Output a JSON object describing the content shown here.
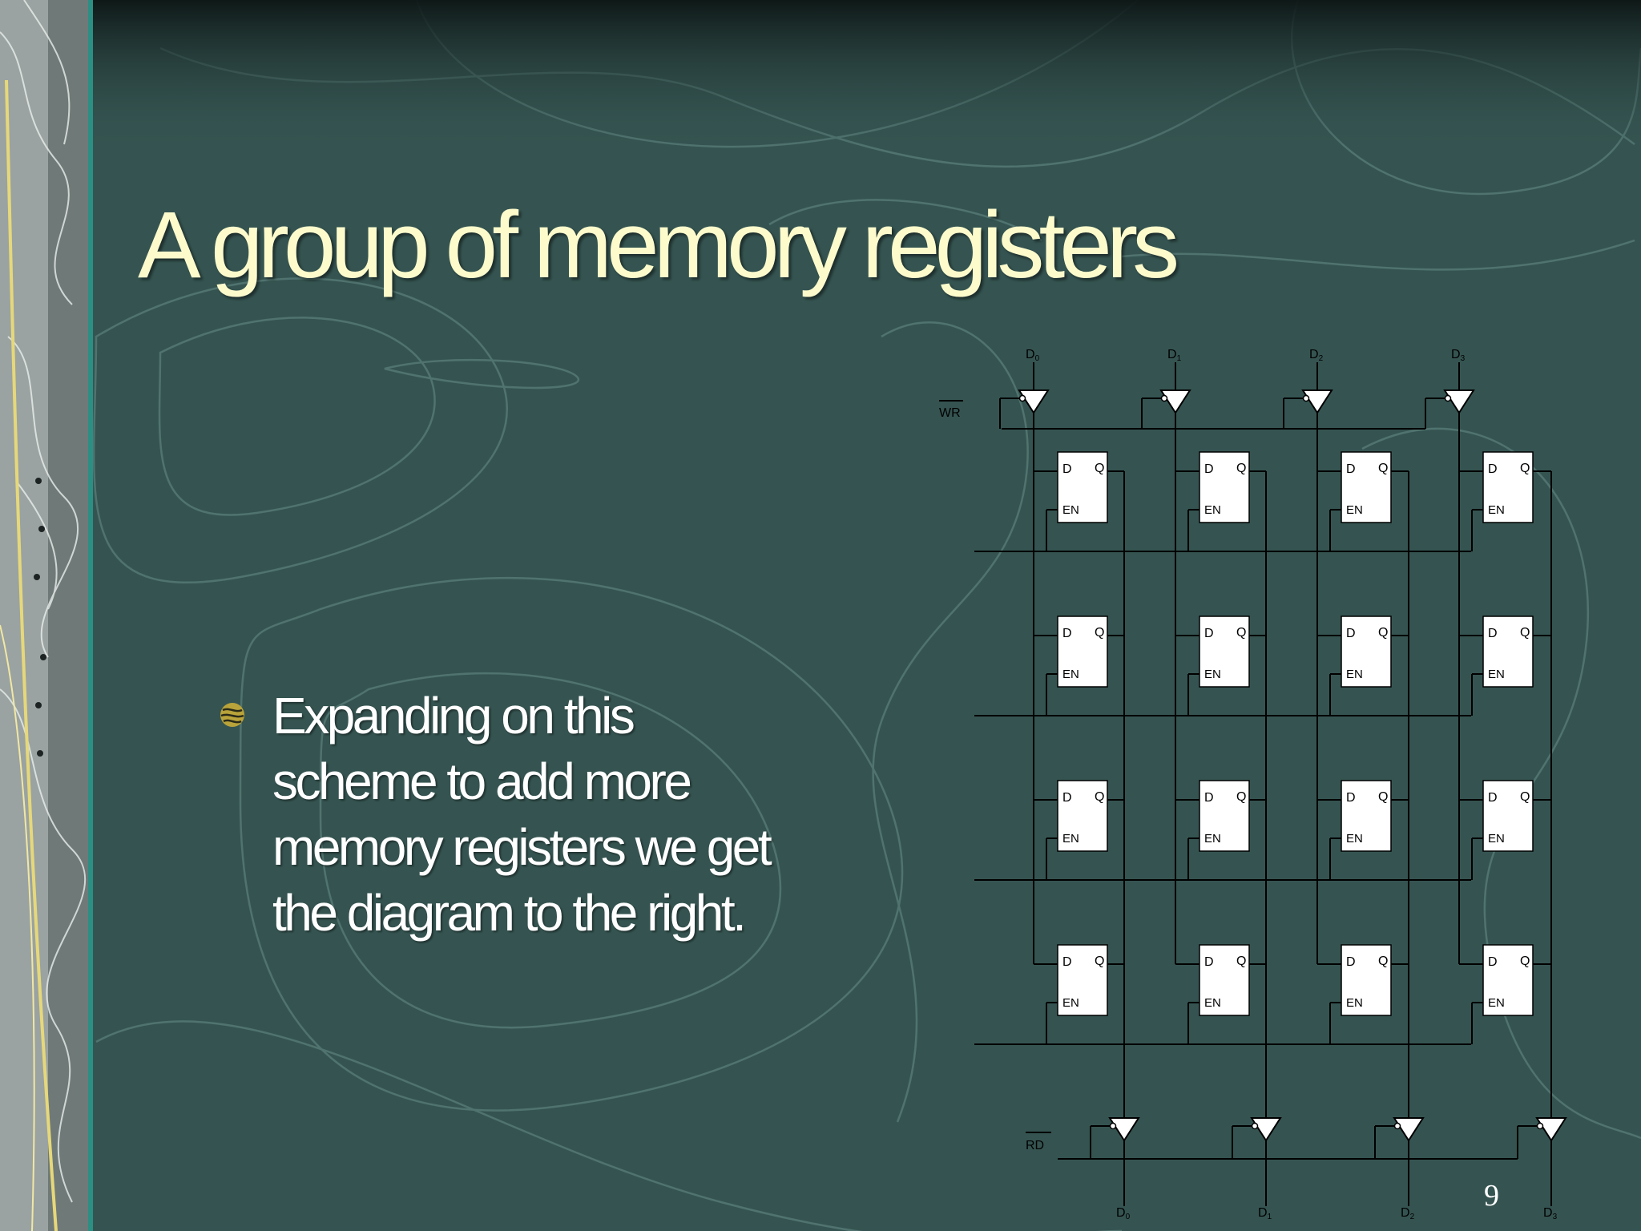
{
  "slide": {
    "title": "A group of memory registers",
    "bullet": "Expanding on this scheme to add more memory registers we get the diagram to the right.",
    "page_number": "9"
  },
  "diagram": {
    "write_label": "WR",
    "read_label": "RD",
    "inputs": [
      {
        "name": "D",
        "sub": "0"
      },
      {
        "name": "D",
        "sub": "1"
      },
      {
        "name": "D",
        "sub": "2"
      },
      {
        "name": "D",
        "sub": "3"
      }
    ],
    "outputs": [
      {
        "name": "D",
        "sub": "0"
      },
      {
        "name": "D",
        "sub": "1"
      },
      {
        "name": "D",
        "sub": "2"
      },
      {
        "name": "D",
        "sub": "3"
      }
    ],
    "register_rows": 4,
    "latch_labels": {
      "d": "D",
      "q": "Q",
      "en": "EN"
    }
  },
  "colors": {
    "background": "#355451",
    "title": "#fdfbcc",
    "text": "#ffffff",
    "wire": "#000000",
    "latch_fill": "#ffffff"
  }
}
